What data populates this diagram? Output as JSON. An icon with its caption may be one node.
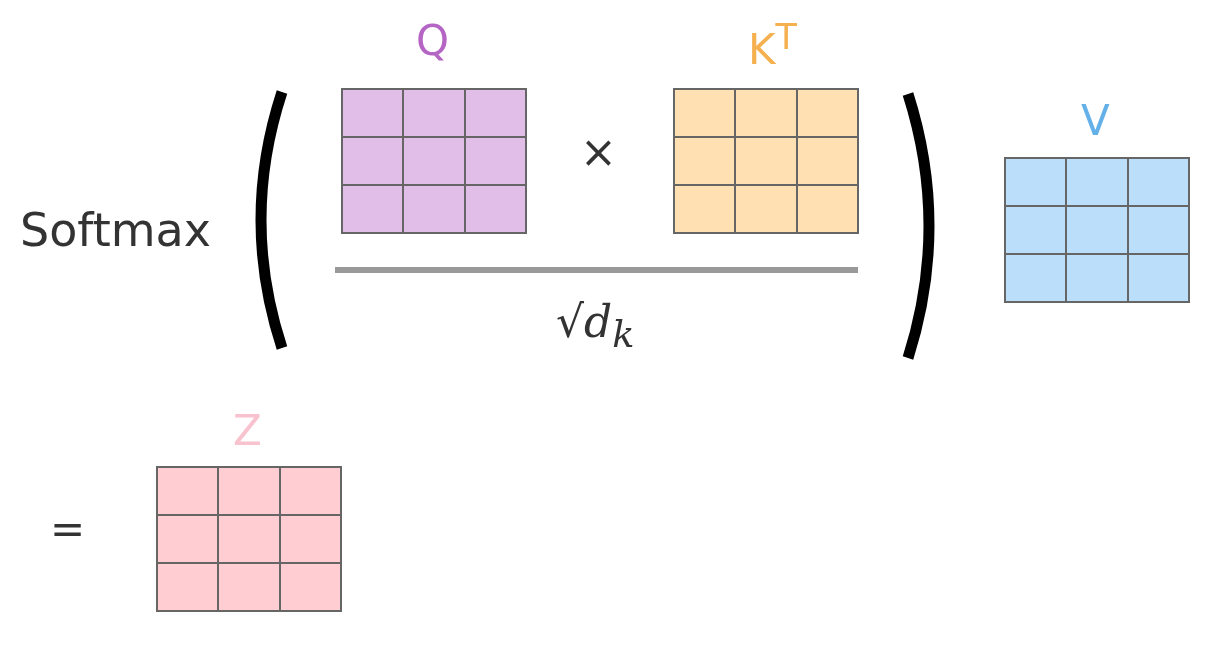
{
  "diagram": {
    "nodes": [
      {
        "text": [
          "Q"
        ]
      },
      {
        "text": [
          "K$^{T}$"
        ]
      },
      {
        "text": [
          "V"
        ]
      },
      {
        "text": [
          "Z"
        ]
      }
    ],
    "labels": [
      "Softmax",
      "×",
      "√d$_{k}$",
      "="
    ]
  }
}
